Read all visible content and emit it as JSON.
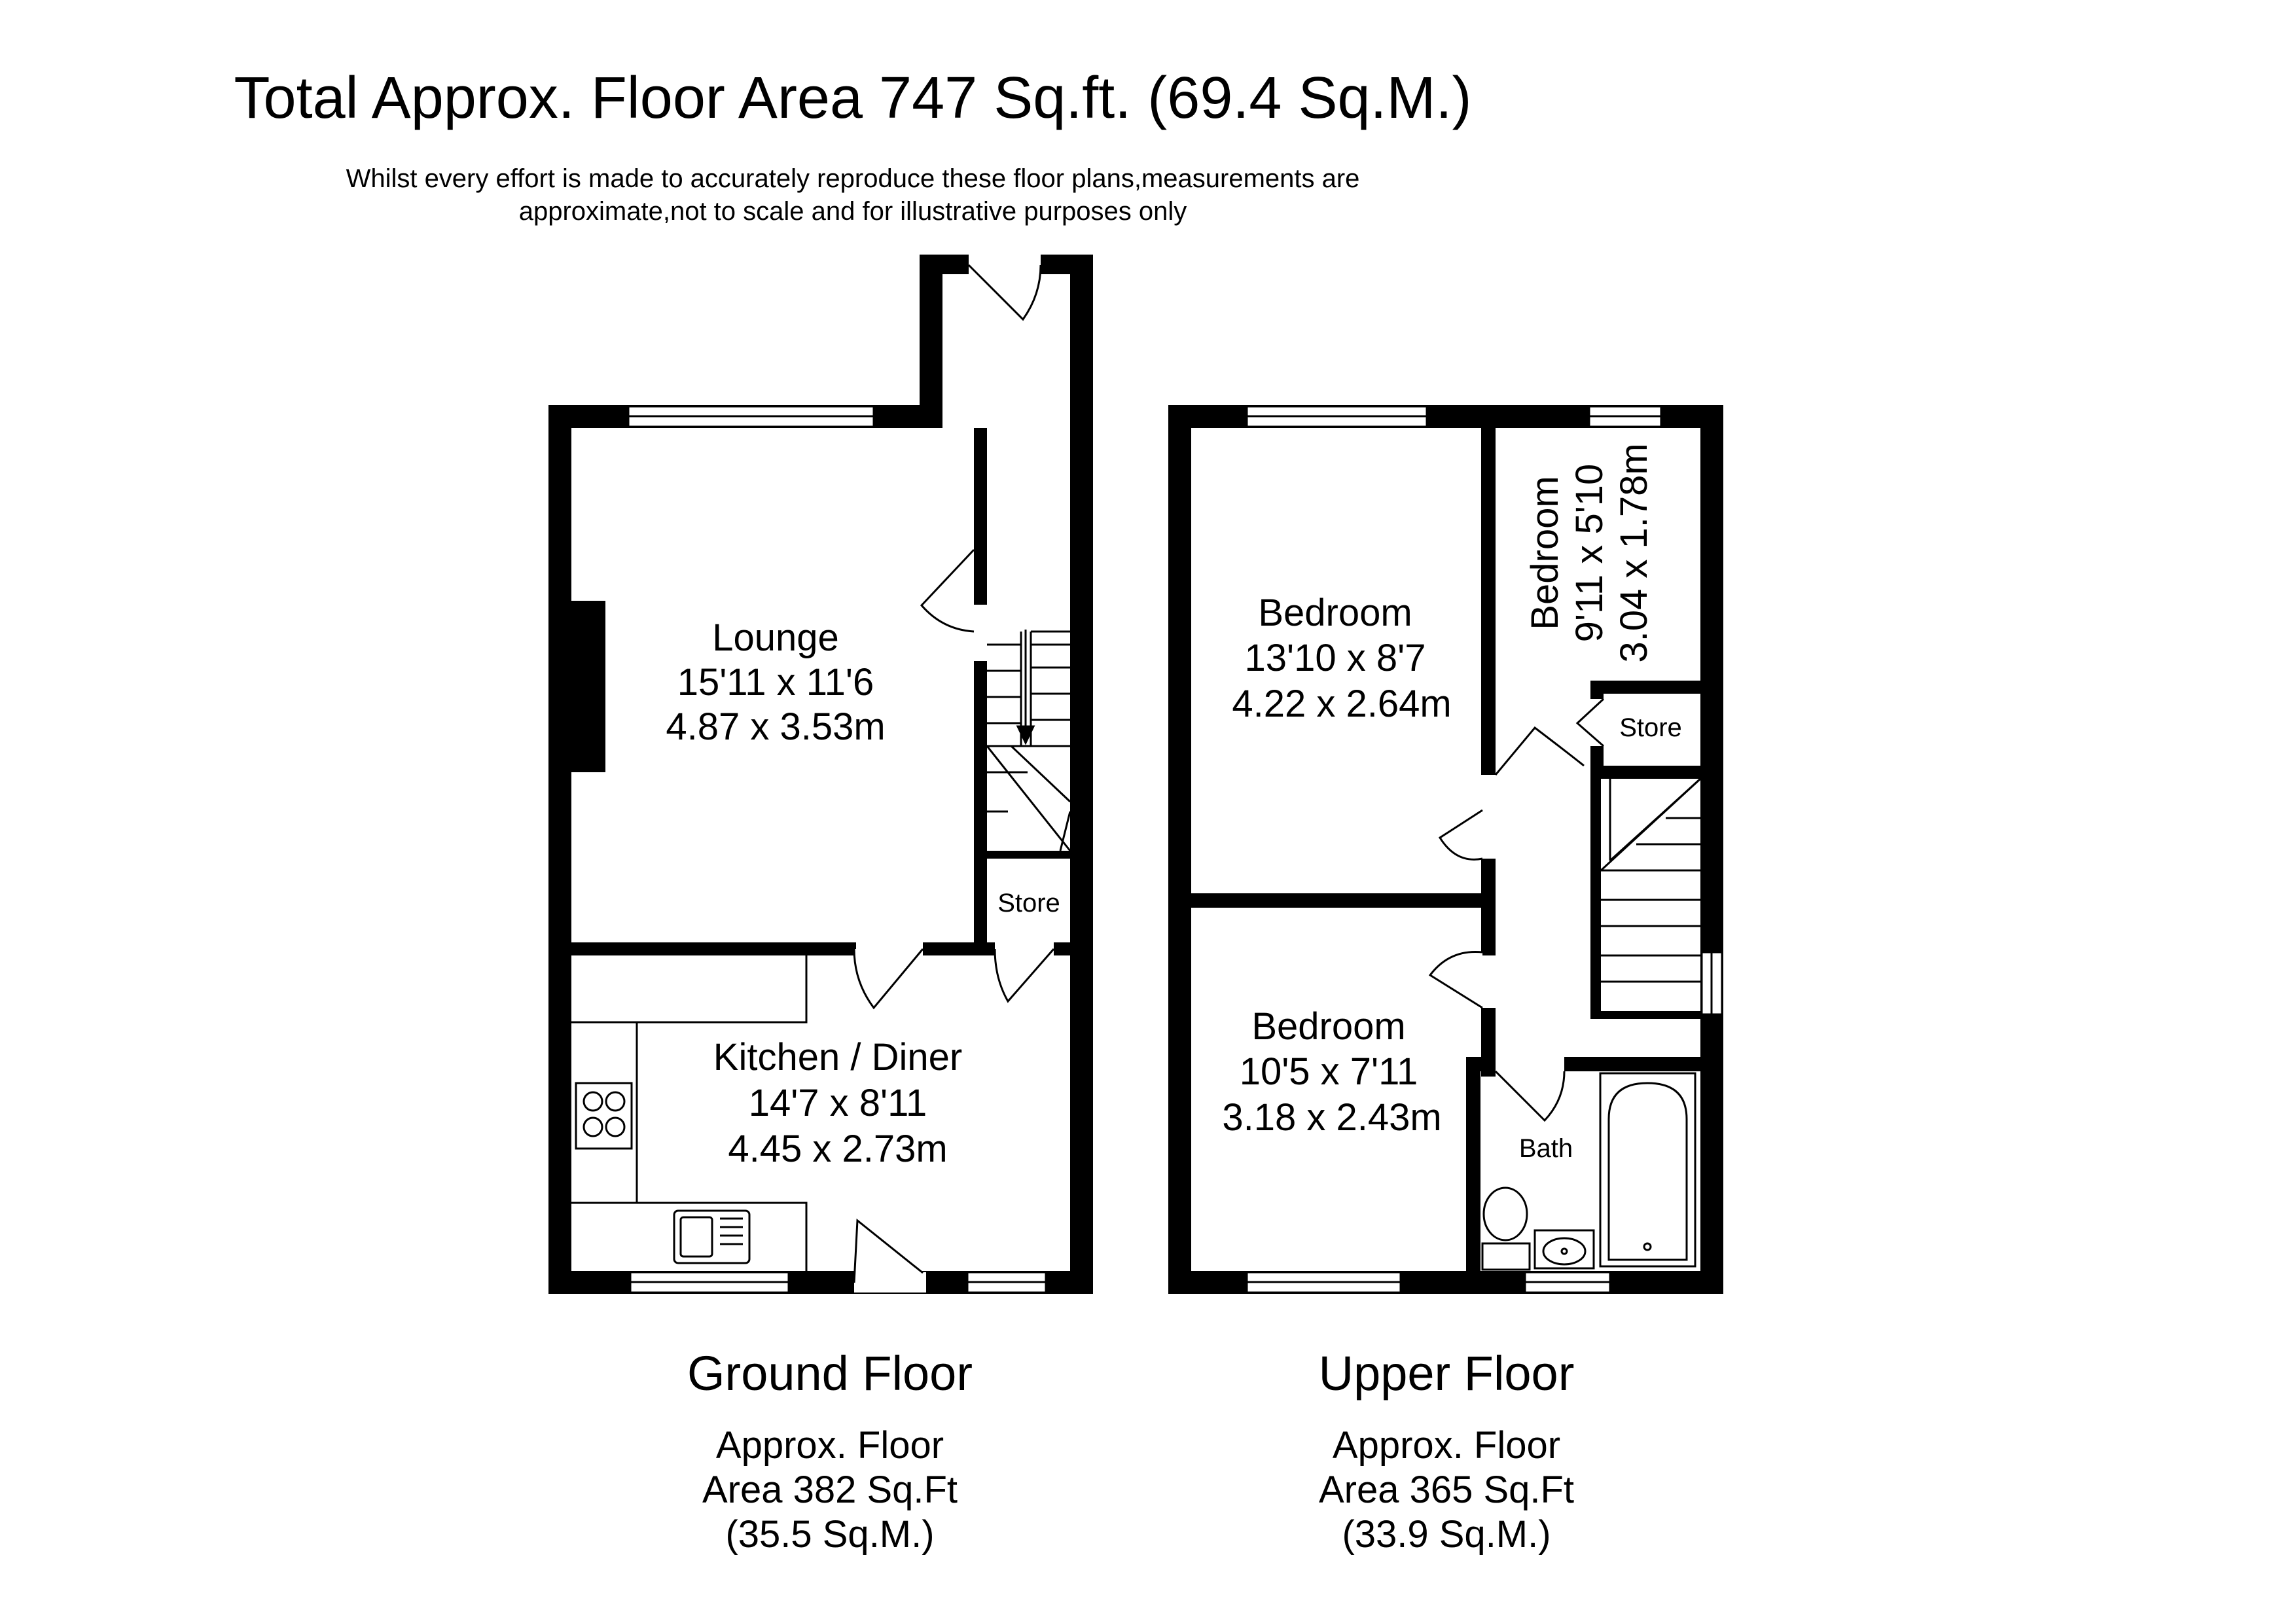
{
  "header": {
    "title": "Total Approx. Floor Area 747 Sq.ft. (69.4 Sq.M.)",
    "disclaimer_line1": "Whilst every effort is made to accurately reproduce these floor plans,measurements are",
    "disclaimer_line2": "approximate,not to scale and for illustrative purposes only"
  },
  "ground_floor": {
    "name": "Ground Floor",
    "area_line1": "Approx. Floor",
    "area_line2": "Area 382 Sq.Ft",
    "area_line3": "(35.5 Sq.M.)",
    "rooms": {
      "lounge": {
        "name": "Lounge",
        "imperial": "15'11 x 11'6",
        "metric": "4.87 x 3.53m"
      },
      "kitchen": {
        "name": "Kitchen / Diner",
        "imperial": "14'7 x 8'11",
        "metric": "4.45 x 2.73m"
      },
      "store": {
        "name": "Store"
      }
    }
  },
  "upper_floor": {
    "name": "Upper Floor",
    "area_line1": "Approx. Floor",
    "area_line2": "Area 365 Sq.Ft",
    "area_line3": "(33.9 Sq.M.)",
    "rooms": {
      "bedroom1": {
        "name": "Bedroom",
        "imperial": "13'10 x 8'7",
        "metric": "4.22 x 2.64m"
      },
      "bedroom2": {
        "name": "Bedroom",
        "imperial": "10'5 x 7'11",
        "metric": "3.18 x 2.43m"
      },
      "bedroom3": {
        "name": "Bedroom",
        "imperial": "9'11 x 5'10",
        "metric": "3.04 x 1.78m"
      },
      "store": {
        "name": "Store"
      },
      "bath": {
        "name": "Bath"
      }
    }
  }
}
